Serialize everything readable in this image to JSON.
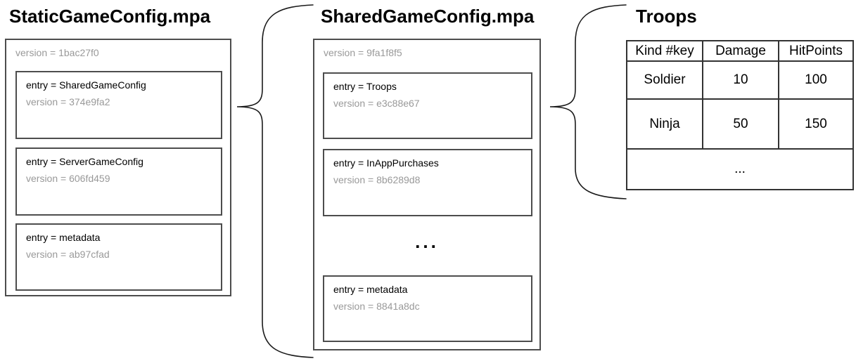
{
  "static_config": {
    "title": "StaticGameConfig.mpa",
    "version": "version = 1bac27f0",
    "entries": [
      {
        "entry": "entry = SharedGameConfig",
        "version": "version = 374e9fa2"
      },
      {
        "entry": "entry = ServerGameConfig",
        "version": "version = 606fd459"
      },
      {
        "entry": "entry = metadata",
        "version": "version = ab97cfad"
      }
    ]
  },
  "shared_config": {
    "title": "SharedGameConfig.mpa",
    "version": "version = 9fa1f8f5",
    "entries": [
      {
        "entry": "entry = Troops",
        "version": "version = e3c88e67"
      },
      {
        "entry": "entry = InAppPurchases",
        "version": "version = 8b6289d8"
      },
      {
        "entry": "entry = metadata",
        "version": "version = 8841a8dc"
      }
    ],
    "ellipsis": "..."
  },
  "troops": {
    "title": "Troops",
    "headers": [
      "Kind #key",
      "Damage",
      "HitPoints"
    ],
    "rows": [
      [
        "Soldier",
        "10",
        "100"
      ],
      [
        "Ninja",
        "50",
        "150"
      ]
    ],
    "ellipsis": "..."
  },
  "colors": {
    "background": "#ffffff",
    "box_border": "#4d4d4d",
    "table_border": "#333333",
    "text_primary": "#000000",
    "text_muted": "#999999",
    "brace_stroke": "#1a1a1a"
  }
}
